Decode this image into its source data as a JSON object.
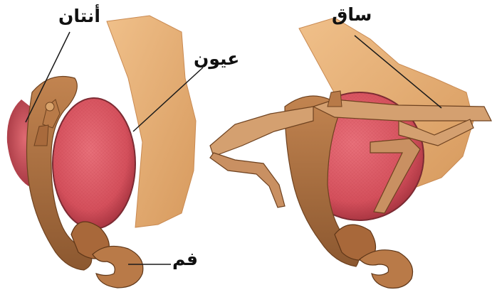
{
  "labels": {
    "antennae": "أنتان",
    "eyes": "عيون",
    "mouth": "فم",
    "leg": "ساق"
  },
  "colors": {
    "background": "#ffffff",
    "body": "#d9a36b",
    "body_dark": "#a86a3c",
    "eye": "#d8505c",
    "eye_dark": "#a8323e",
    "leg": "#d4a070",
    "leader_line": "#1a1a1a",
    "label_text": "#111111"
  }
}
